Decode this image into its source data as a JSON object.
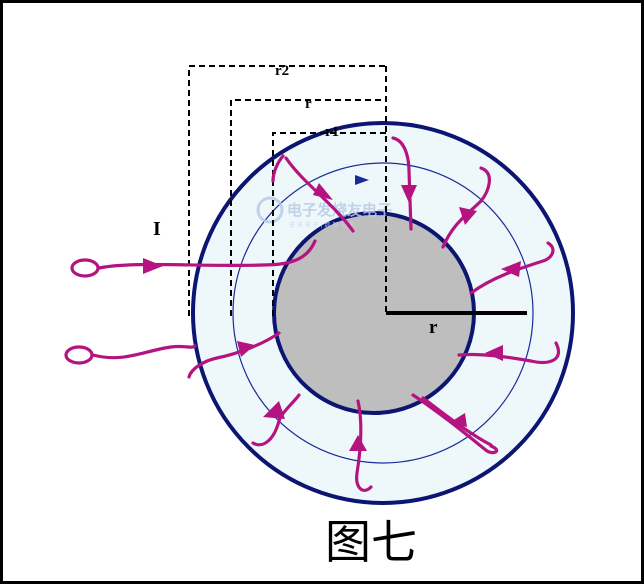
{
  "labels": {
    "r2": "r2",
    "r_top": "r",
    "r1": "r1",
    "r_core": "r",
    "current": "I"
  },
  "caption": "图七",
  "watermark": {
    "main": "电子发烧友电子",
    "sub": "进 讯 电 子 | 数 智 电 子"
  },
  "colors": {
    "core_fill": "#bebebe",
    "ring_fill": "#eef8fb",
    "ring_stroke": "#0c1572",
    "winding": "#b5137f",
    "field_line": "#1a2a9a",
    "dashed": "#000000",
    "frame": "#000000"
  }
}
